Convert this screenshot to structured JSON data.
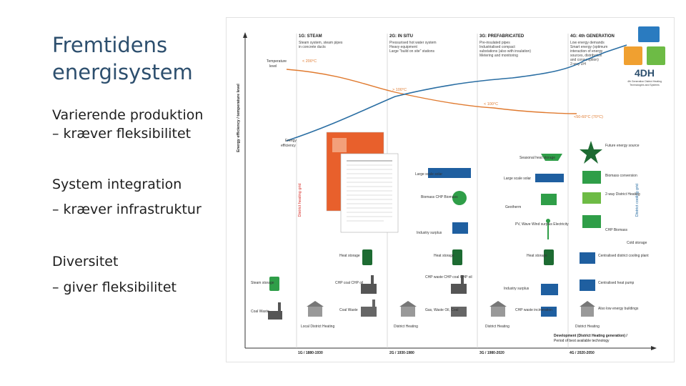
{
  "slide": {
    "title_line1": "Fremtidens",
    "title_line2": "energisystem",
    "bullets": [
      "Varierende produktion",
      "– kræver fleksibilitet",
      "System integration",
      "– kræver infrastruktur",
      "Diversitet",
      "– giver fleksibilitet"
    ]
  },
  "figure": {
    "y_axis_label": "Energy efficiency / temperature level",
    "generations": [
      {
        "header": "1G: STEAM",
        "desc": [
          "Steam system, steam pipes",
          "in concrete ducts"
        ],
        "axis": "1G / 1880-1930"
      },
      {
        "header": "2G: IN SITU",
        "desc": [
          "Pressurised hot water system",
          "Heavy equipment",
          "Large \"build on site\" stations"
        ],
        "axis": "2G / 1930-1980"
      },
      {
        "header": "3G: PREFABRICATED",
        "desc": [
          "Pre-insulated pipes",
          "Industrialised compact",
          "substations (also with insulation)",
          "Metering and monitoring"
        ],
        "axis": "3G / 1980-2020"
      },
      {
        "header": "4G: 4th GENERATION",
        "desc": [
          "Low energy demands",
          "Smart energy (optimum",
          "interaction of energy",
          "sources, distribution",
          "and consumption)",
          "2-way DH"
        ],
        "axis": "4G / 2020-2050"
      }
    ],
    "temperature_label": [
      "Temperature",
      "level"
    ],
    "temperatures": [
      "< 200°C",
      "> 100°C",
      "< 100°C",
      "<50-60°C (70°C)"
    ],
    "efficiency_label": [
      "Energy",
      "efficiency"
    ],
    "district_cooling_label": "District cooling grid",
    "district_heating_label": "District heating grid",
    "logo": {
      "text": "4DH",
      "subtitle": [
        "4th Generation District Heating",
        "Technologies and Systems"
      ]
    },
    "bottom_labels": [
      "Local District Heating",
      "District Heating",
      "District Heating",
      "District Heating"
    ],
    "development": [
      "Development (District Heating generation) /",
      "Period of best available technology"
    ],
    "col1_items": [
      "Steam storage",
      "Coal Waste"
    ],
    "col2_items": [
      "Heat storage",
      "CHP coal CHP oil",
      "Coal Waste",
      "Large scale solar"
    ],
    "col3_items": [
      "Biomass CHP Biomass",
      "Industry surplus",
      "Heat storage",
      "CHP waste CHP coal CHP oil",
      "Gas, Waste Oil, Coal",
      "Seasonal heat storage",
      "Large scale solar"
    ],
    "col4_items": [
      "Geotherm",
      "PV, Wave Wind surplus Electricity",
      "Heat storage",
      "Industry surplus",
      "CHP waste incineration",
      "Future energy source",
      "Biomass conversion",
      "2-way District Heating",
      "CHP Biomass",
      "Cold storage"
    ],
    "col5_items": [
      "Centralised district cooling plant",
      "Centralised heat pump",
      "Also low energy buildings"
    ]
  },
  "colors": {
    "title": "#2d4f6e",
    "blue_curve": "#2a6ea3",
    "orange_curve": "#e07a2f",
    "green": "#2f9e48",
    "dark_green": "#1d6b32",
    "blue_storage": "#1f5fa0",
    "red_label": "#d9312b"
  }
}
